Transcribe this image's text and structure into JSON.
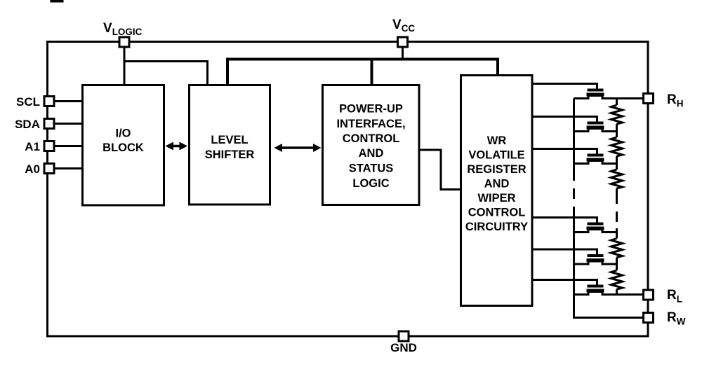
{
  "terminals": {
    "vlogic": {
      "main": "V",
      "sub": "LOGIC"
    },
    "vcc": {
      "main": "V",
      "sub": "CC"
    },
    "scl": "SCL",
    "sda": "SDA",
    "a1": "A1",
    "a0": "A0",
    "gnd": "GND",
    "rh": {
      "main": "R",
      "sub": "H"
    },
    "rl": {
      "main": "R",
      "sub": "L"
    },
    "rw": {
      "main": "R",
      "sub": "W"
    }
  },
  "blocks": {
    "io": {
      "lines": [
        "I/O",
        "BLOCK"
      ]
    },
    "level_shifter": {
      "lines": [
        "LEVEL",
        "SHIFTER"
      ]
    },
    "power_up": {
      "lines": [
        "POWER-UP",
        "INTERFACE,",
        "CONTROL",
        "AND",
        "STATUS",
        "LOGIC"
      ]
    },
    "wiper_control": {
      "lines": [
        "WR",
        "VOLATILE",
        "REGISTER",
        "AND",
        "WIPER",
        "CONTROL",
        "CIRCUITRY"
      ]
    }
  },
  "colors": {
    "line": "#000000",
    "background": "#ffffff"
  }
}
